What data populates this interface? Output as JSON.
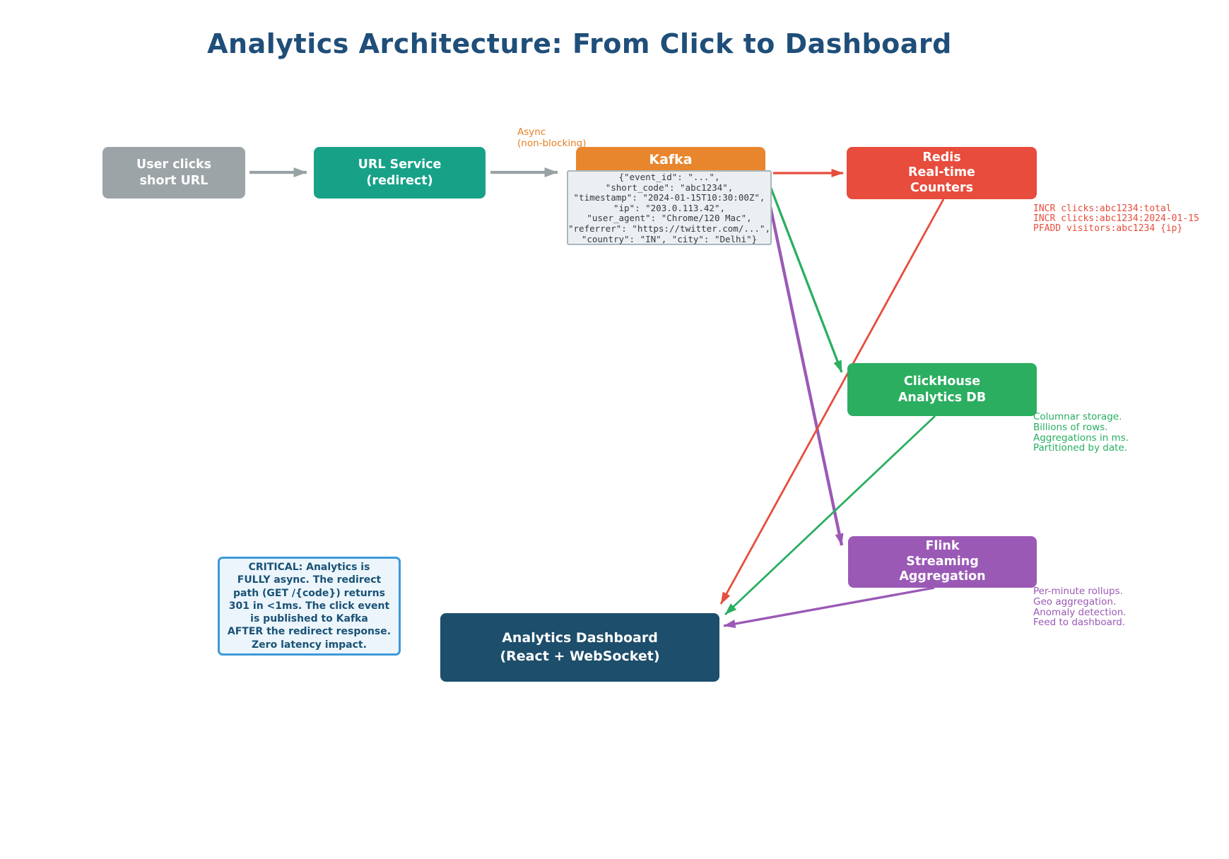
{
  "title": "Analytics Architecture: From Click to Dashboard",
  "nodes": {
    "user": {
      "lines": [
        "User clicks",
        "short URL"
      ],
      "color": "#9CA4A8"
    },
    "url_service": {
      "lines": [
        "URL Service",
        "(redirect)"
      ],
      "color": "#17A288"
    },
    "kafka": {
      "label": "Kafka",
      "color": "#E8862D"
    },
    "redis": {
      "lines": [
        "Redis",
        "Real-time",
        "Counters"
      ],
      "color": "#E74C3C"
    },
    "clickhouse": {
      "lines": [
        "ClickHouse",
        "Analytics DB"
      ],
      "color": "#2BAE60"
    },
    "flink": {
      "lines": [
        "Flink",
        "Streaming",
        "Aggregation"
      ],
      "color": "#9B59B6"
    },
    "dashboard": {
      "lines": [
        "Analytics Dashboard",
        "(React + WebSocket)"
      ],
      "color": "#1D4E6B"
    }
  },
  "kafka_event": {
    "lines": [
      "{\"event_id\": \"...\",",
      "\"short_code\": \"abc1234\",",
      "\"timestamp\": \"2024-01-15T10:30:00Z\",",
      "\"ip\": \"203.0.113.42\",",
      "\"user_agent\": \"Chrome/120 Mac\",",
      "\"referrer\": \"https://twitter.com/...\",",
      "\"country\": \"IN\", \"city\": \"Delhi\"}"
    ]
  },
  "annotations": {
    "async": {
      "lines": [
        "Async",
        "(non-blocking)"
      ],
      "color": "#E67E22"
    },
    "redis_commands": {
      "lines": [
        "INCR clicks:abc1234:total",
        "INCR clicks:abc1234:2024-01-15",
        "PFADD visitors:abc1234 {ip}"
      ],
      "color": "#E74C3C"
    },
    "clickhouse_notes": {
      "lines": [
        "Columnar storage.",
        "Billions of rows.",
        "Aggregations in ms.",
        "Partitioned by date."
      ],
      "color": "#27AE60"
    },
    "flink_notes": {
      "lines": [
        "Per-minute rollups.",
        "Geo aggregation.",
        "Anomaly detection.",
        "Feed to dashboard."
      ],
      "color": "#9B59B6"
    }
  },
  "critical_note": {
    "lines": [
      "CRITICAL: Analytics is",
      "FULLY async. The redirect",
      "path (GET /{code}) returns",
      "301 in <1ms. The click event",
      "is published to Kafka",
      "AFTER the redirect response.",
      "Zero latency impact."
    ],
    "border_color": "#3D99D9",
    "background": "#EBF5FB",
    "text_color": "#1A5276"
  },
  "colors": {
    "title": "#1F4E79",
    "flow_arrow": "#98A2A5",
    "async_arrow_red": "#E74C3C",
    "async_arrow_green": "#2BAE60",
    "async_arrow_purple": "#9B59B6"
  }
}
